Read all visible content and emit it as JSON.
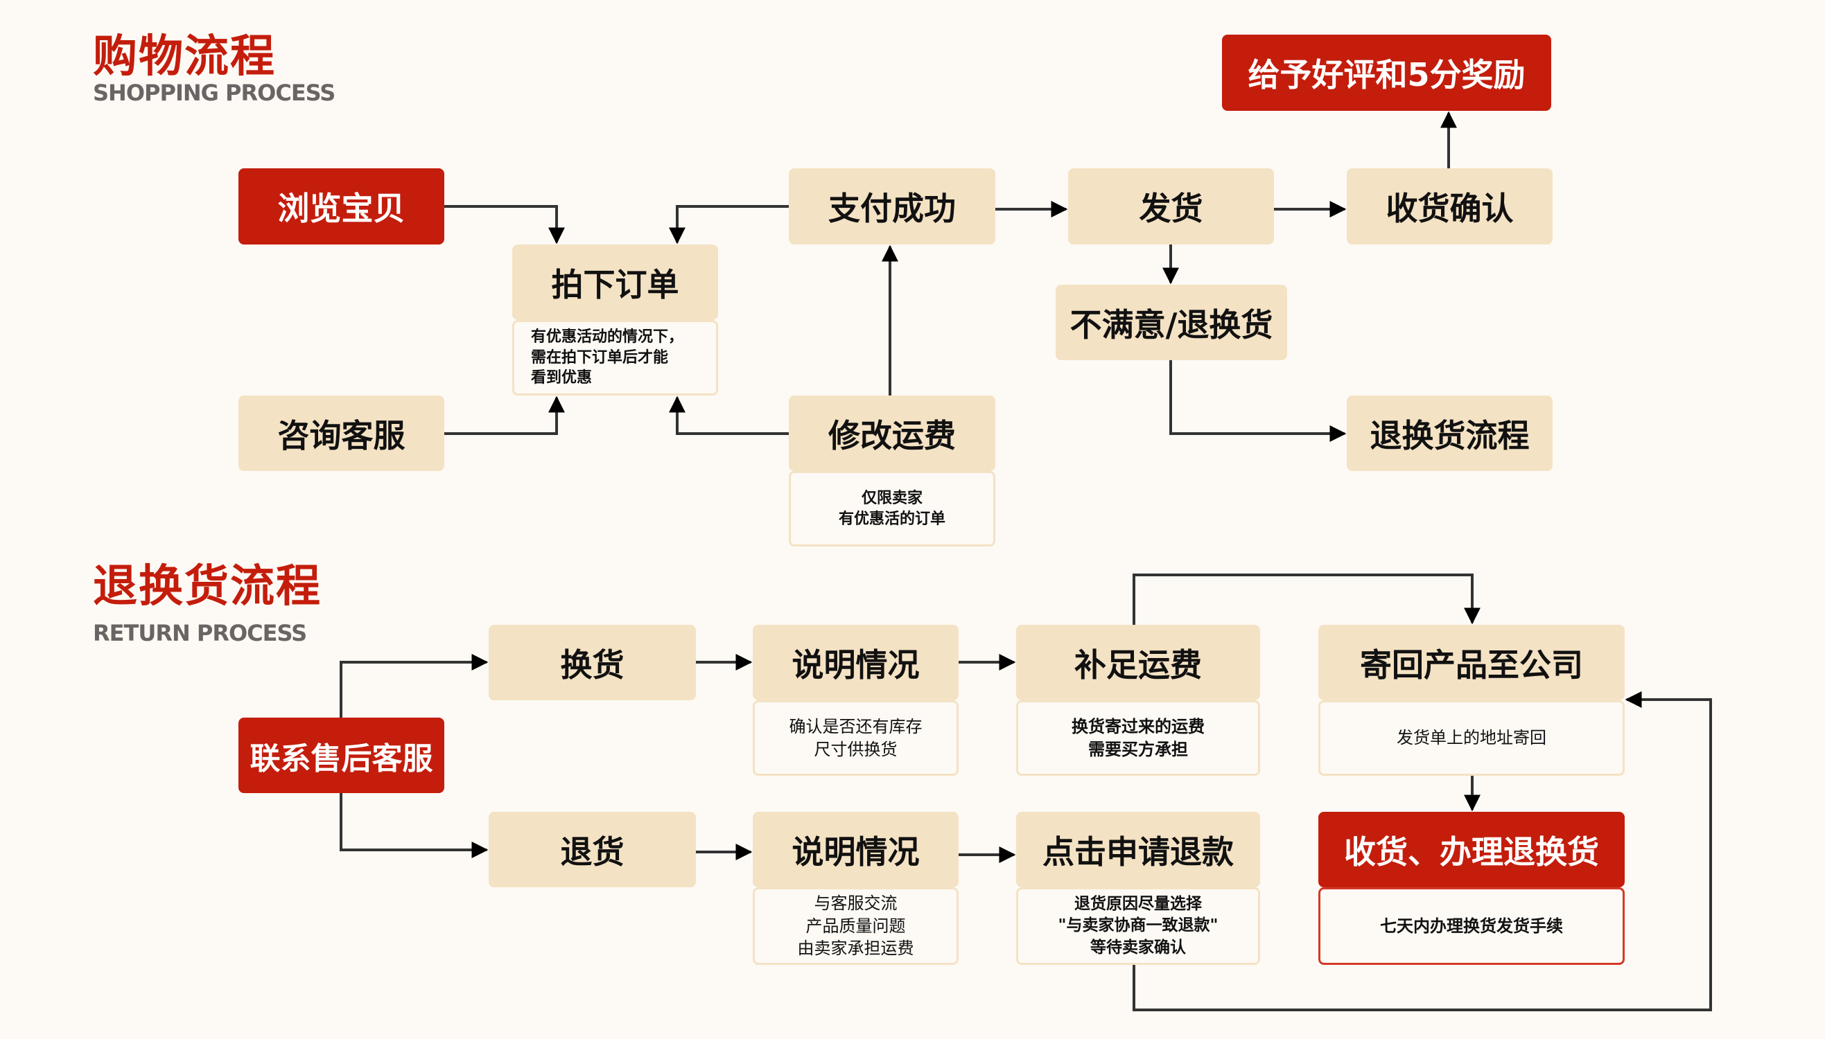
{
  "shopping": {
    "title_cn": "购物流程",
    "title_en": "SHOPPING PROCESS",
    "nodes": {
      "browse": "浏览宝贝",
      "consult": "咨询客服",
      "place_order": "拍下订单",
      "place_order_note": "有优惠活动的情况下，\n需在拍下订单后才能\n看到优惠",
      "payment_success": "支付成功",
      "modify_shipping": "修改运费",
      "modify_shipping_note": "仅限卖家\n有优惠活的订单",
      "ship": "发货",
      "confirm_receipt": "收货确认",
      "good_review": "给予好评和5分奖励",
      "unsatisfied": "不满意/退换货",
      "return_process": "退换货流程"
    }
  },
  "returns": {
    "title_cn": "退换货流程",
    "title_en": "RETURN PROCESS",
    "nodes": {
      "contact_support": "联系售后客服",
      "exchange": "换货",
      "exchange_explain": "说明情况",
      "exchange_explain_note": "确认是否还有库存\n尺寸供换货",
      "pay_shipping": "补足运费",
      "pay_shipping_note": "换货寄过来的运费\n需要买方承担",
      "send_back": "寄回产品至公司",
      "send_back_note": "发货单上的地址寄回",
      "refund": "退货",
      "refund_explain": "说明情况",
      "refund_explain_note": "与客服交流\n产品质量问题\n由卖家承担运费",
      "apply_refund": "点击申请退款",
      "apply_refund_note": "退货原因尽量选择\n\"与卖家协商一致退款\"\n等待卖家确认",
      "receive_process": "收货、办理退换货",
      "receive_process_note": "七天内办理换货发货手续"
    }
  },
  "colors": {
    "accent_red": "#c41d0c",
    "box_beige": "#f4e2c4",
    "background": "#fdfaf5"
  }
}
